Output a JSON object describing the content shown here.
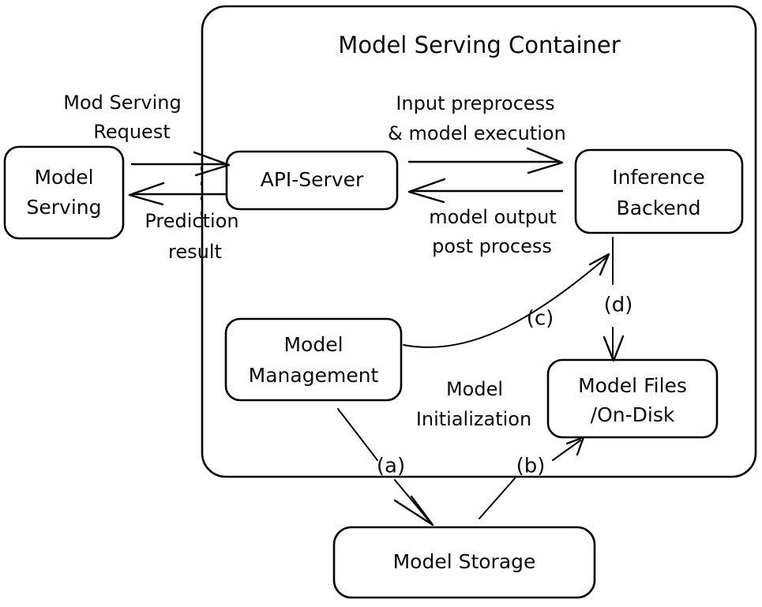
{
  "diagram": {
    "title": "Model Serving Container",
    "background_color": "#ffffff",
    "stroke_color": "#000000",
    "container": {
      "label": "Model Serving Container"
    },
    "nodes": [
      {
        "id": "model-serving",
        "line1": "Model",
        "line2": "Serving"
      },
      {
        "id": "api-server",
        "line1": "API-Server",
        "line2": ""
      },
      {
        "id": "inference-backend",
        "line1": "Inference",
        "line2": "Backend"
      },
      {
        "id": "model-management",
        "line1": "Model",
        "line2": "Management"
      },
      {
        "id": "model-files",
        "line1": "Model Files",
        "line2": "/On-Disk"
      },
      {
        "id": "model-storage",
        "line1": "Model Storage",
        "line2": ""
      }
    ],
    "edge_labels": [
      {
        "id": "mod-serving-request",
        "line1": "Mod Serving",
        "line2": "Request"
      },
      {
        "id": "prediction-result",
        "line1": "Prediction",
        "line2": "result"
      },
      {
        "id": "input-preprocess",
        "line1": "Input preprocess",
        "line2": "& model execution"
      },
      {
        "id": "model-output-post",
        "line1": "model output",
        "line2": "post process"
      },
      {
        "id": "model-initialization",
        "line1": "Model",
        "line2": "Initialization"
      }
    ],
    "step_labels": [
      {
        "id": "step-a",
        "text": "(a)"
      },
      {
        "id": "step-b",
        "text": "(b)"
      },
      {
        "id": "step-c",
        "text": "(c)"
      },
      {
        "id": "step-d",
        "text": "(d)"
      }
    ]
  }
}
